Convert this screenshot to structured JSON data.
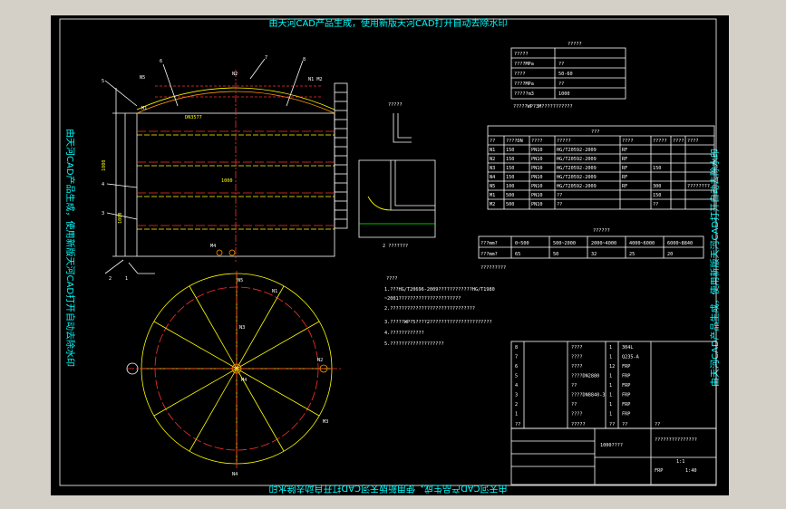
{
  "watermark": {
    "top": "由天河CAD产品生成，使用新版天河CAD打开自动去除水印",
    "bottom": "由天河CAD产品生成，使用新版天河CAD打开自动去除水印",
    "left": "由天河CAD产品生成，使用新版天河CAD打开自动去除水印",
    "right": "由天河CAD产品生成，使用新版天河CAD打开自动去除水印"
  },
  "elevation": {
    "callouts": [
      "1",
      "2",
      "3",
      "4",
      "5",
      "6",
      "7",
      "8"
    ],
    "nozzle_tags": [
      "N5",
      "N2",
      "N1 M2",
      "M1",
      "M4"
    ],
    "tank_label": "DN3577",
    "dim_labels": [
      "1000",
      "1000",
      "1000"
    ]
  },
  "plan": {
    "nozzle_tags": [
      "N5",
      "N1",
      "N2",
      "M4",
      "M3",
      "N3",
      "N4"
    ]
  },
  "design_table": {
    "title": "?????",
    "rows": [
      [
        "?????",
        ""
      ],
      [
        "????MPa",
        "??"
      ],
      [
        "????",
        "50-60"
      ],
      [
        "????MPa",
        "??"
      ],
      [
        "?????m3",
        "1000"
      ]
    ],
    "note": "?????WP?3M???????????"
  },
  "nozzle_table": {
    "title": "???",
    "headers": [
      "??",
      "????DN",
      "????",
      "?????",
      "????",
      "?????",
      "????",
      "????"
    ],
    "rows": [
      [
        "N1",
        "150",
        "PN10",
        "HG/T20592-2009",
        "RF",
        "",
        "",
        ""
      ],
      [
        "N2",
        "150",
        "PN10",
        "HG/T20592-2009",
        "RF",
        "",
        "",
        ""
      ],
      [
        "N3",
        "150",
        "PN10",
        "HG/T20592-2009",
        "RF",
        "150",
        "",
        ""
      ],
      [
        "N4",
        "150",
        "PN10",
        "HG/T20592-2009",
        "RF",
        "",
        "",
        ""
      ],
      [
        "N5",
        "100",
        "PN10",
        "HG/T20592-2009",
        "RF",
        "300",
        "",
        "????????"
      ],
      [
        "M1",
        "500",
        "PN10",
        "??",
        "",
        "150",
        "",
        ""
      ],
      [
        "M2",
        "500",
        "PN10",
        "??",
        "",
        "??",
        "",
        ""
      ]
    ]
  },
  "detail": {
    "label_top": "?????",
    "label_bottom": "2 ???????"
  },
  "thickness_table": {
    "title": "??????",
    "header": [
      "???mm?",
      "0~500",
      "500~2000",
      "2000~4000",
      "4000~6000",
      "6000~8840"
    ],
    "row": [
      "???mm?",
      "65",
      "50",
      "32",
      "25",
      "20"
    ],
    "note": "?????????"
  },
  "notes": {
    "title": "????",
    "lines": [
      "1.???HG/T20696-2009????????????HG/T1980",
      "~2001??????????????????????",
      "2.??????????????????????????????",
      "3.?????WP?5????2??????????????????????",
      "4.????????????",
      "5.???????????????????"
    ]
  },
  "bom": {
    "rows": [
      [
        "8",
        "????",
        "1",
        "304L",
        ""
      ],
      [
        "7",
        "????",
        "1",
        "Q235-A",
        ""
      ],
      [
        "6",
        "????",
        "12",
        "FRP",
        ""
      ],
      [
        "5",
        "????DN2880",
        "1",
        "FRP",
        ""
      ],
      [
        "4",
        "??",
        "1",
        "FRP",
        ""
      ],
      [
        "3",
        "????DN8840-3",
        "1",
        "FRP",
        ""
      ],
      [
        "2",
        "??",
        "1",
        "FRP",
        ""
      ],
      [
        "1",
        "????",
        "1",
        "FRP",
        ""
      ]
    ],
    "header": [
      "??",
      "?????",
      "??",
      "??",
      "??"
    ]
  },
  "title_block": {
    "drawing_title": "1000????",
    "company": "???????????????",
    "material": "FRP",
    "scale": "1:1",
    "sheet": "??",
    "ratio": "1:40"
  }
}
